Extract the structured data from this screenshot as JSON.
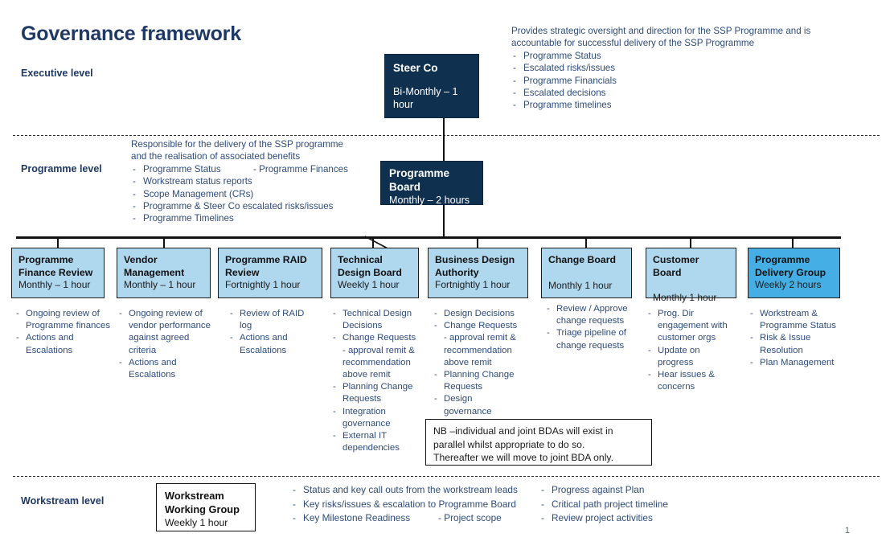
{
  "title": "Governance framework",
  "page_number": "1",
  "colors": {
    "title": "#1F3864",
    "dark_box": "#103050",
    "board_light": "#AFD8EF",
    "board_accent": "#45AEE4",
    "note_text": "#2E4B7A"
  },
  "lanes": {
    "executive": "Executive level",
    "programme": "Programme level",
    "workstream": "Workstream level"
  },
  "steer_co": {
    "title": "Steer Co",
    "cadence": "Bi-Monthly – 1 hour"
  },
  "steer_co_note": {
    "header": "Provides strategic oversight  and direction for the SSP Programme and is accountable for successful delivery of the SSP Programme",
    "items": [
      "Programme Status",
      "Escalated risks/issues",
      "Programme Financials",
      "Escalated decisions",
      "Programme timelines"
    ]
  },
  "programme_board": {
    "title_line1": "Programme",
    "title_line2": " Board",
    "cadence": "Monthly – 2 hours"
  },
  "programme_board_note": {
    "header_line1": "Responsible for the delivery of the SSP programme",
    "header_line2": "and the realisation of associated benefits",
    "items": [
      "Programme Status",
      "Workstream status reports",
      "Scope Management (CRs)",
      "Programme & Steer Co escalated risks/issues",
      "Programme Timelines"
    ],
    "inline_item": "Programme Finances"
  },
  "boards": [
    {
      "name": "Programme Finance Review",
      "title_line1": "Programme",
      "title_line2": "Finance Review",
      "cadence": "Monthly – 1 hour",
      "accent": false,
      "bullets": [
        "Ongoing review of Programme finances",
        "Actions and Escalations"
      ]
    },
    {
      "name": "Vendor Management",
      "title_line1": "Vendor",
      "title_line2": "Management",
      "cadence": "Monthly – 1 hour",
      "accent": false,
      "bullets": [
        "Ongoing review of vendor performance against agreed criteria",
        "Actions and Escalations"
      ]
    },
    {
      "name": "Programme RAID Review",
      "title_line1": "Programme RAID",
      "title_line2": "Review",
      "cadence": "Fortnightly 1 hour",
      "accent": false,
      "bullets": [
        "Review of RAID log",
        "Actions and Escalations"
      ]
    },
    {
      "name": "Technical Design Board",
      "title_line1": "Technical",
      "title_line2": "Design Board",
      "cadence": "Weekly 1 hour",
      "accent": false,
      "bullets": [
        "Technical Design Decisions",
        "Change Requests - approval remit & recommendation above remit",
        "Planning Change Requests",
        "Integration governance",
        "External IT dependencies"
      ]
    },
    {
      "name": "Business Design Authority",
      "title_line1": "Business Design",
      "title_line2": "Authority",
      "cadence": "Fortnightly 1 hour",
      "accent": false,
      "bullets": [
        "Design Decisions",
        "Change Requests - approval remit & recommendation above remit",
        "Planning Change Requests",
        "Design governance"
      ]
    },
    {
      "name": "Change Board",
      "title_line1": "Change Board",
      "title_line2": "",
      "cadence": "Monthly 1 hour",
      "accent": false,
      "bullets": [
        "Review / Approve change requests",
        "Triage pipeline of change requests"
      ]
    },
    {
      "name": "Customer Board",
      "title_line1": "Customer Board",
      "title_line2": "",
      "cadence": "Monthly 1 hour",
      "accent": false,
      "bullets": [
        "Prog. Dir engagement with customer orgs",
        "Update on progress",
        "Hear issues & concerns"
      ]
    },
    {
      "name": "Programme Delivery Group",
      "title_line1": "Programme",
      "title_line2": "Delivery Group",
      "cadence": "Weekly 2 hours",
      "accent": true,
      "bullets": [
        "Workstream & Programme Status",
        "Risk & Issue Resolution",
        "Plan Management"
      ]
    }
  ],
  "nb_note": {
    "line1": "NB –individual and joint BDAs will exist in",
    "line2": "parallel whilst appropriate to do so.",
    "line3": "Thereafter we will move to joint BDA only."
  },
  "workstream_box": {
    "title_line1": "Workstream",
    "title_line2": "Working Group",
    "cadence": "Weekly 1 hour"
  },
  "workstream_notes": {
    "left": [
      "Status and key call outs from the workstream leads",
      "Key risks/issues & escalation to Programme Board",
      "Key Milestone Readiness"
    ],
    "left_inline": "Project scope",
    "right": [
      "Progress against Plan",
      "Critical path project timeline",
      "Review project activities"
    ]
  }
}
